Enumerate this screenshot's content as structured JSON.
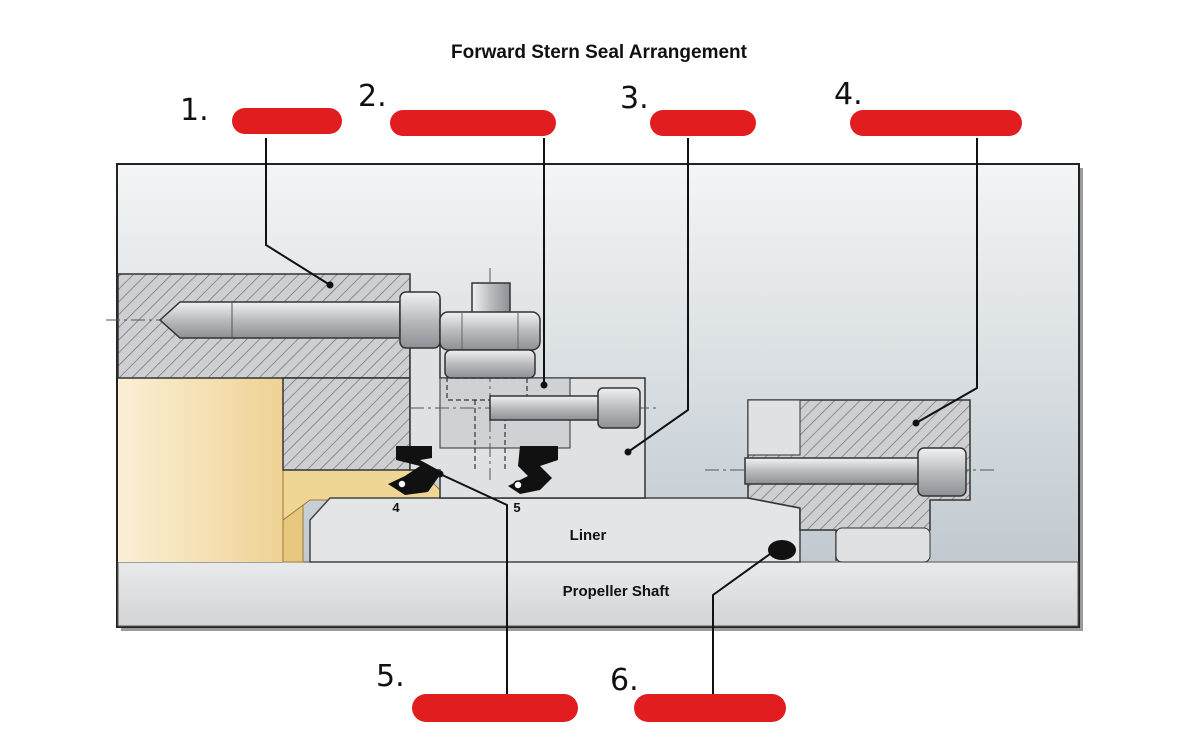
{
  "title": "Forward Stern Seal Arrangement",
  "parts": {
    "liner": "Liner",
    "shaft": "Propeller Shaft"
  },
  "seal_numbers": {
    "left": "4",
    "right": "5"
  },
  "markers": [
    "1.",
    "2.",
    "3.",
    "4.",
    "5.",
    "6."
  ],
  "colors": {
    "redaction": "#e21d1f",
    "background_panel": "#d7dde2",
    "metal": "#d3d5d7",
    "brass": "#f1d9a0",
    "seal": "#111111"
  }
}
